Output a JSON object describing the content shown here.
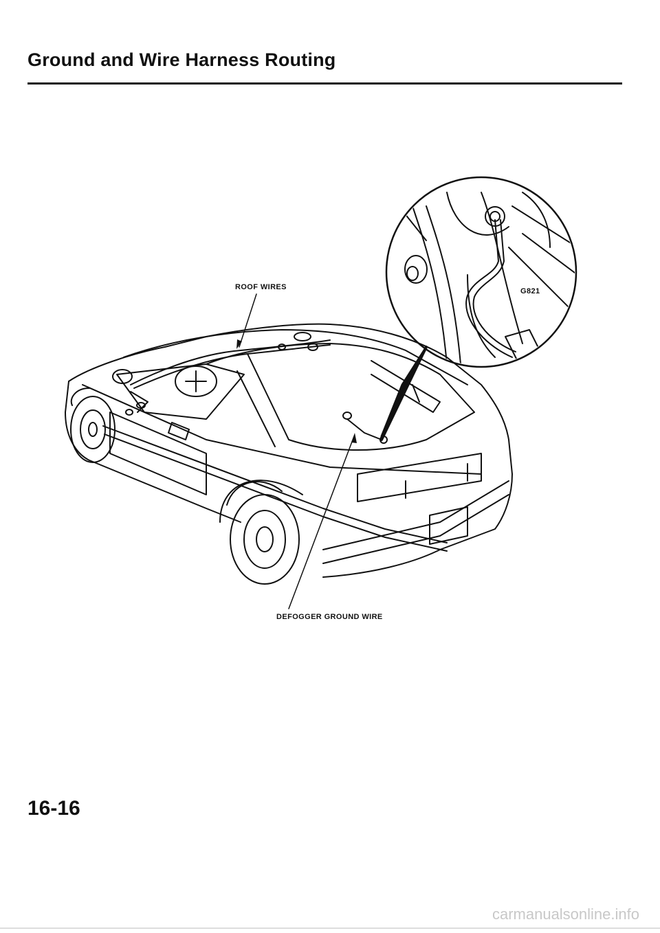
{
  "header": {
    "title": "Ground and Wire Harness Routing"
  },
  "labels": {
    "roof_wires": "ROOF WIRES",
    "ground_point": "G821",
    "defogger_wire": "DEFOGGER GROUND WIRE"
  },
  "footer": {
    "page_number": "16-16",
    "watermark": "carmanualsonline.info"
  },
  "colors": {
    "ink": "#111111",
    "watermark": "#c8c8c8"
  }
}
